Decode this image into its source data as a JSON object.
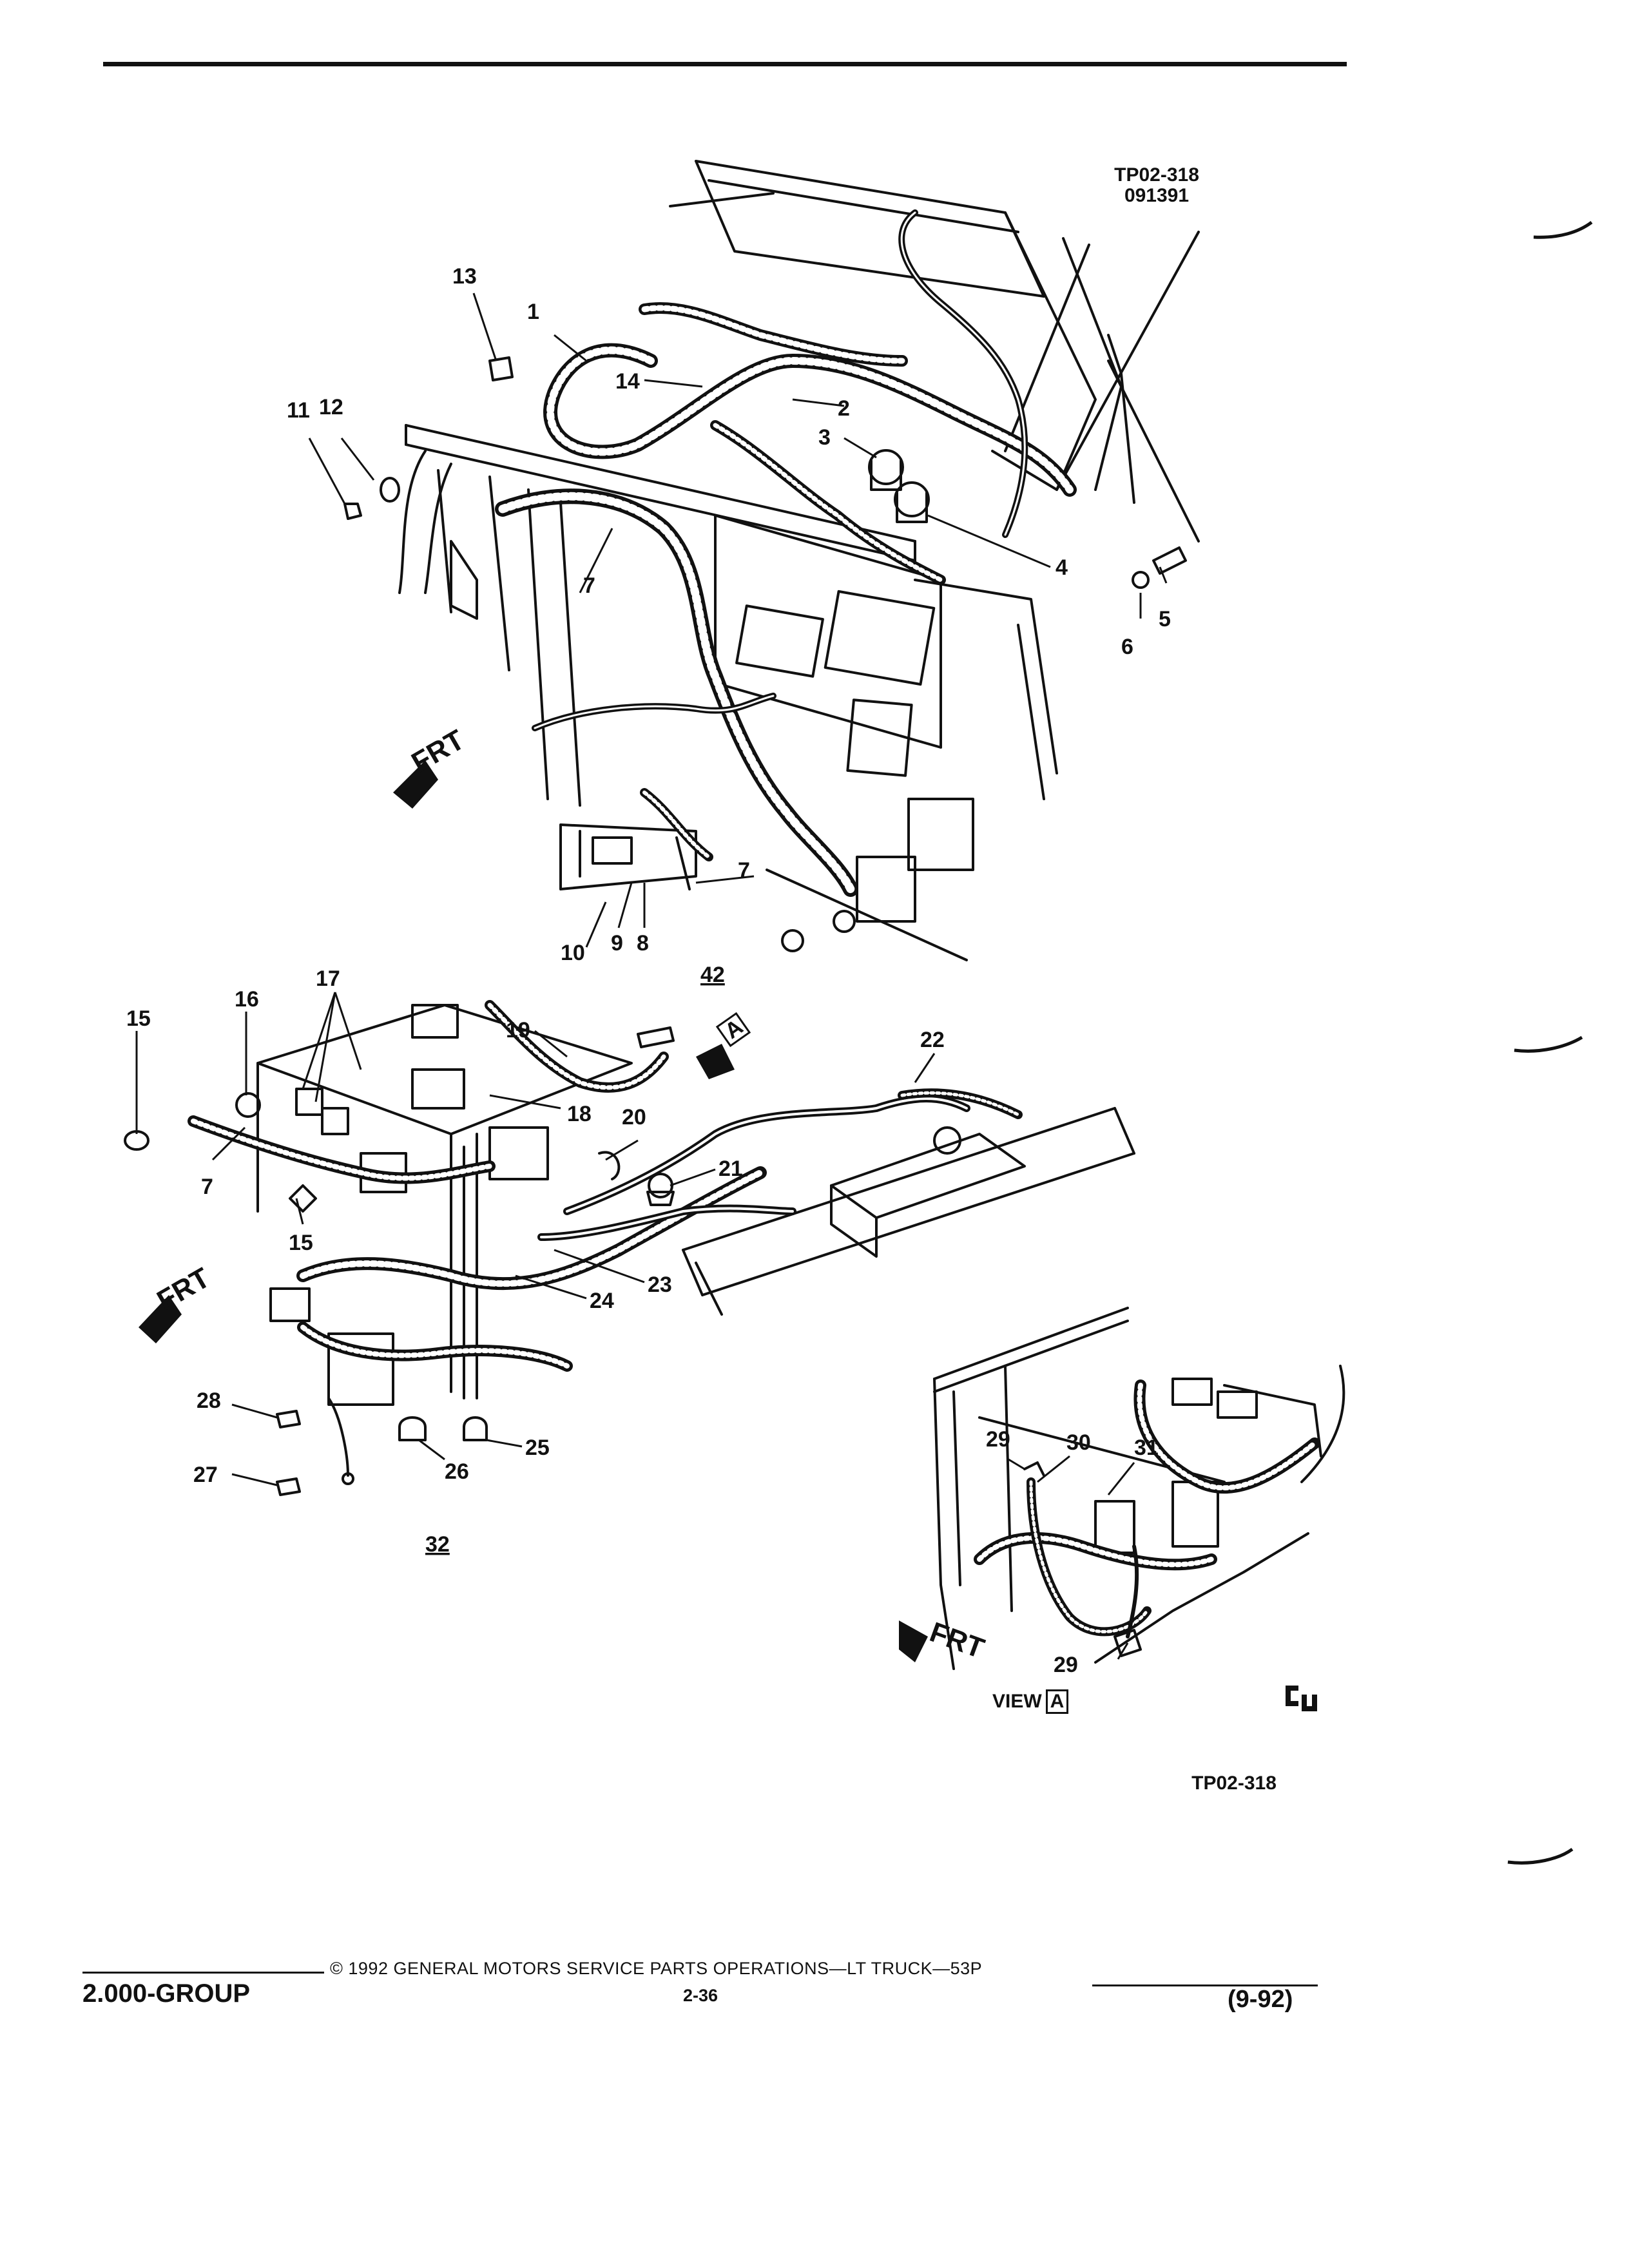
{
  "header": {
    "figure_code": "TP02-318",
    "figure_date": "091391"
  },
  "callouts": {
    "c1": "1",
    "c2": "2",
    "c3": "3",
    "c4": "4",
    "c5": "5",
    "c6": "6",
    "c7": "7",
    "c8": "8",
    "c9": "9",
    "c10": "10",
    "c11": "11",
    "c12": "12",
    "c13": "13",
    "c14": "14",
    "c15": "15",
    "c16": "16",
    "c17": "17",
    "c18": "18",
    "c19": "19",
    "c20": "20",
    "c21": "21",
    "c22": "22",
    "c23": "23",
    "c24": "24",
    "c25": "25",
    "c26": "26",
    "c27": "27",
    "c28": "28",
    "c29": "29",
    "c30": "30",
    "c31": "31"
  },
  "sub_figures": {
    "upper": "42",
    "lower": "32"
  },
  "direction_label": "FRT",
  "view": {
    "prefix": "VIEW",
    "letter": "A"
  },
  "figure_code_bottom": "TP02-318",
  "footer": {
    "copyright": "© 1992 GENERAL MOTORS SERVICE PARTS OPERATIONS—LT TRUCK—53P",
    "page": "2-36",
    "group": "2.000-GROUP",
    "revision": "(9-92)"
  }
}
